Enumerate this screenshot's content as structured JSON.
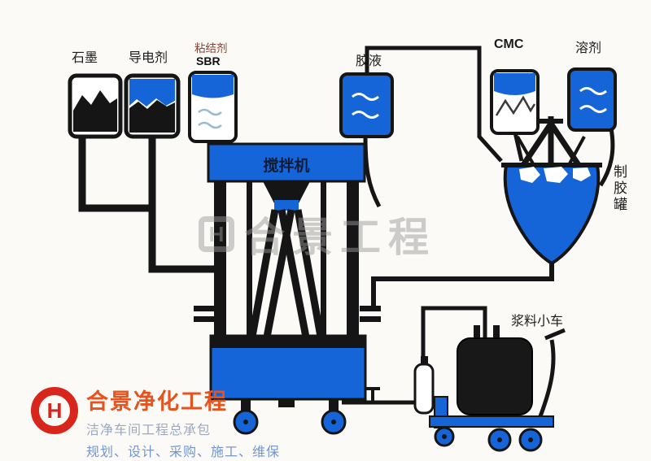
{
  "colors": {
    "accent_blue": "#1565d8",
    "pipe_black": "#151515",
    "logo_red": "#d8261c",
    "logo_orange": "#e8521c"
  },
  "diagram": {
    "materials": {
      "graphite": "石墨",
      "conductive_agent": "导电剂",
      "binder": "粘结剂",
      "binder_type": "SBR",
      "glue_liquid": "胶液",
      "cmc": "CMC",
      "solvent": "溶剂"
    },
    "equipment": {
      "glue_tank": "制胶罐",
      "mixer": "搅拌机",
      "slurry_cart": "浆料小车"
    }
  },
  "watermark": {
    "symbol": "H",
    "text": "合景工程"
  },
  "logo": {
    "symbol": "H",
    "title": "合景净化工程",
    "subtitle": "洁净车间工程总承包",
    "tagline": "规划、设计、采购、施工、维保"
  }
}
